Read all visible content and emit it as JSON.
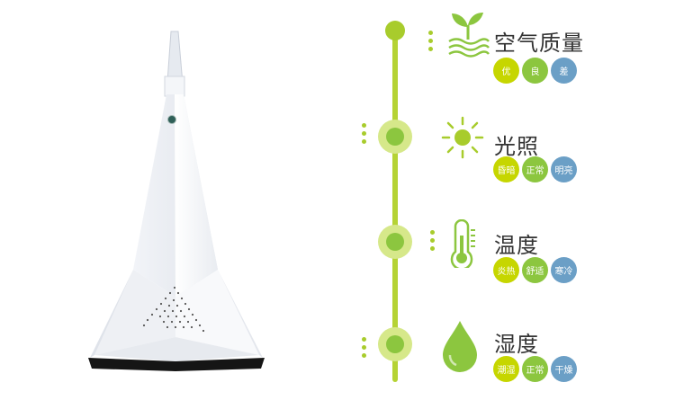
{
  "colors": {
    "line": "#b5d334",
    "yellow": "#c6d600",
    "green": "#8cc63f",
    "blue": "#6b9fc6"
  },
  "sections": [
    {
      "title": "空气质量",
      "icon": "sprout-water-icon",
      "levels": [
        "优",
        "良",
        "差"
      ]
    },
    {
      "title": "光照",
      "icon": "sun-icon",
      "levels": [
        "昏暗",
        "正常",
        "明亮"
      ]
    },
    {
      "title": "温度",
      "icon": "thermometer-icon",
      "levels": [
        "炎热",
        "舒适",
        "寒冷"
      ]
    },
    {
      "title": "湿度",
      "icon": "water-drop-icon",
      "levels": [
        "潮湿",
        "正常",
        "干燥"
      ]
    }
  ]
}
